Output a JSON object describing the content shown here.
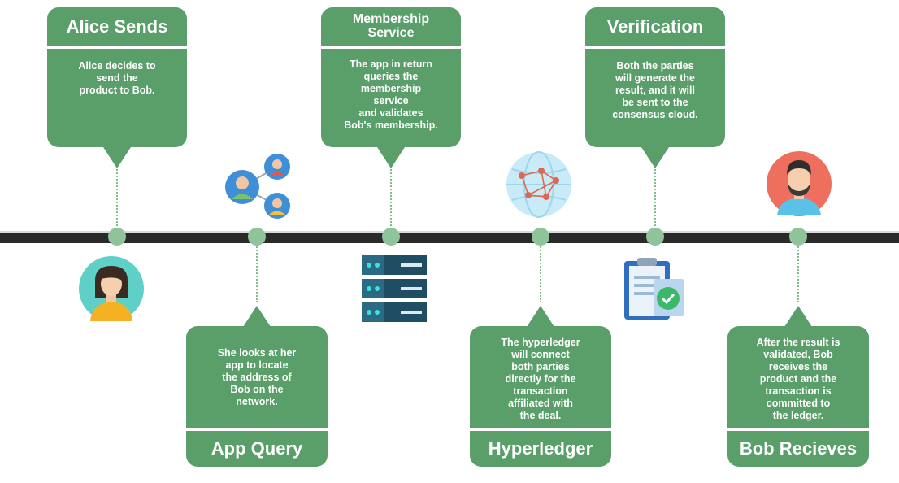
{
  "steps": [
    {
      "title": "Alice Sends",
      "description": "Alice decides to\nsend the\nproduct to Bob."
    },
    {
      "title": "App Query",
      "description": "She looks at her\napp to locate\nthe address of\nBob on the\nnetwork."
    },
    {
      "title": "Membership\nService",
      "description": "The app in return\nqueries the\nmembership\nservice\nand validates\nBob's membership."
    },
    {
      "title": "Hyperledger",
      "description": "The hyperledger\nwill connect\nboth parties\ndirectly for the\ntransaction\naffiliated with\nthe deal."
    },
    {
      "title": "Verification",
      "description": "Both the parties\nwill generate the\nresult, and it will\nbe sent to the\nconsensus cloud."
    },
    {
      "title": "Bob Recieves",
      "description": "After the result is\nvalidated, Bob\nreceives the\nproduct and the\ntransaction is\ncommitted to\nthe ledger."
    }
  ],
  "icons": [
    "woman-avatar-icon",
    "network-users-icon",
    "server-rack-icon",
    "globe-network-icon",
    "clipboard-check-icon",
    "man-avatar-icon"
  ],
  "colors": {
    "card": "#5a9e6a",
    "node": "#8fc49a",
    "timeline": "#2a2a2a"
  }
}
